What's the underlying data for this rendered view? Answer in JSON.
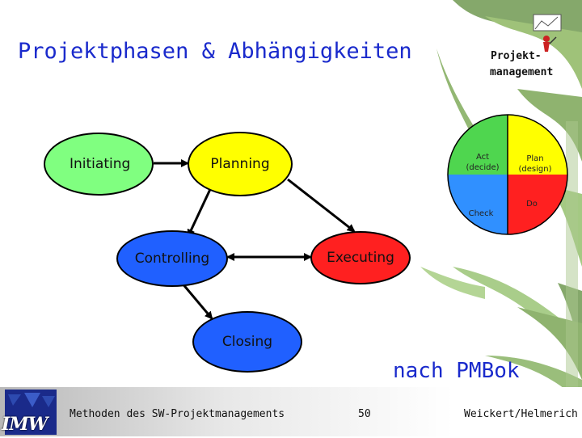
{
  "title": "Projektphasen & Abhängigkeiten",
  "corner": {
    "line1": "Projekt-",
    "line2": "management"
  },
  "process": {
    "initiating": "Initiating",
    "planning": "Planning",
    "controlling": "Controlling",
    "executing": "Executing",
    "closing": "Closing"
  },
  "pdca": {
    "act": "Act",
    "decide": "(decide)",
    "plan": "Plan",
    "design": "(design)",
    "check": "Check",
    "do": "Do"
  },
  "colors": {
    "title": "#1a2acc",
    "node_initiating": "#80ff80",
    "node_planning": "#ffff00",
    "node_controlling": "#2060ff",
    "node_executing": "#ff2020",
    "node_closing": "#2060ff",
    "pdca_act": "#4fd64f",
    "pdca_plan": "#ffff00",
    "pdca_check": "#3090ff",
    "pdca_do": "#ff2020"
  },
  "source": "nach PMBok",
  "footer": {
    "course": "Methoden des SW-Projektmanagements",
    "page": "50",
    "authors": "Weickert/Helmerich",
    "logo": "IMW"
  }
}
